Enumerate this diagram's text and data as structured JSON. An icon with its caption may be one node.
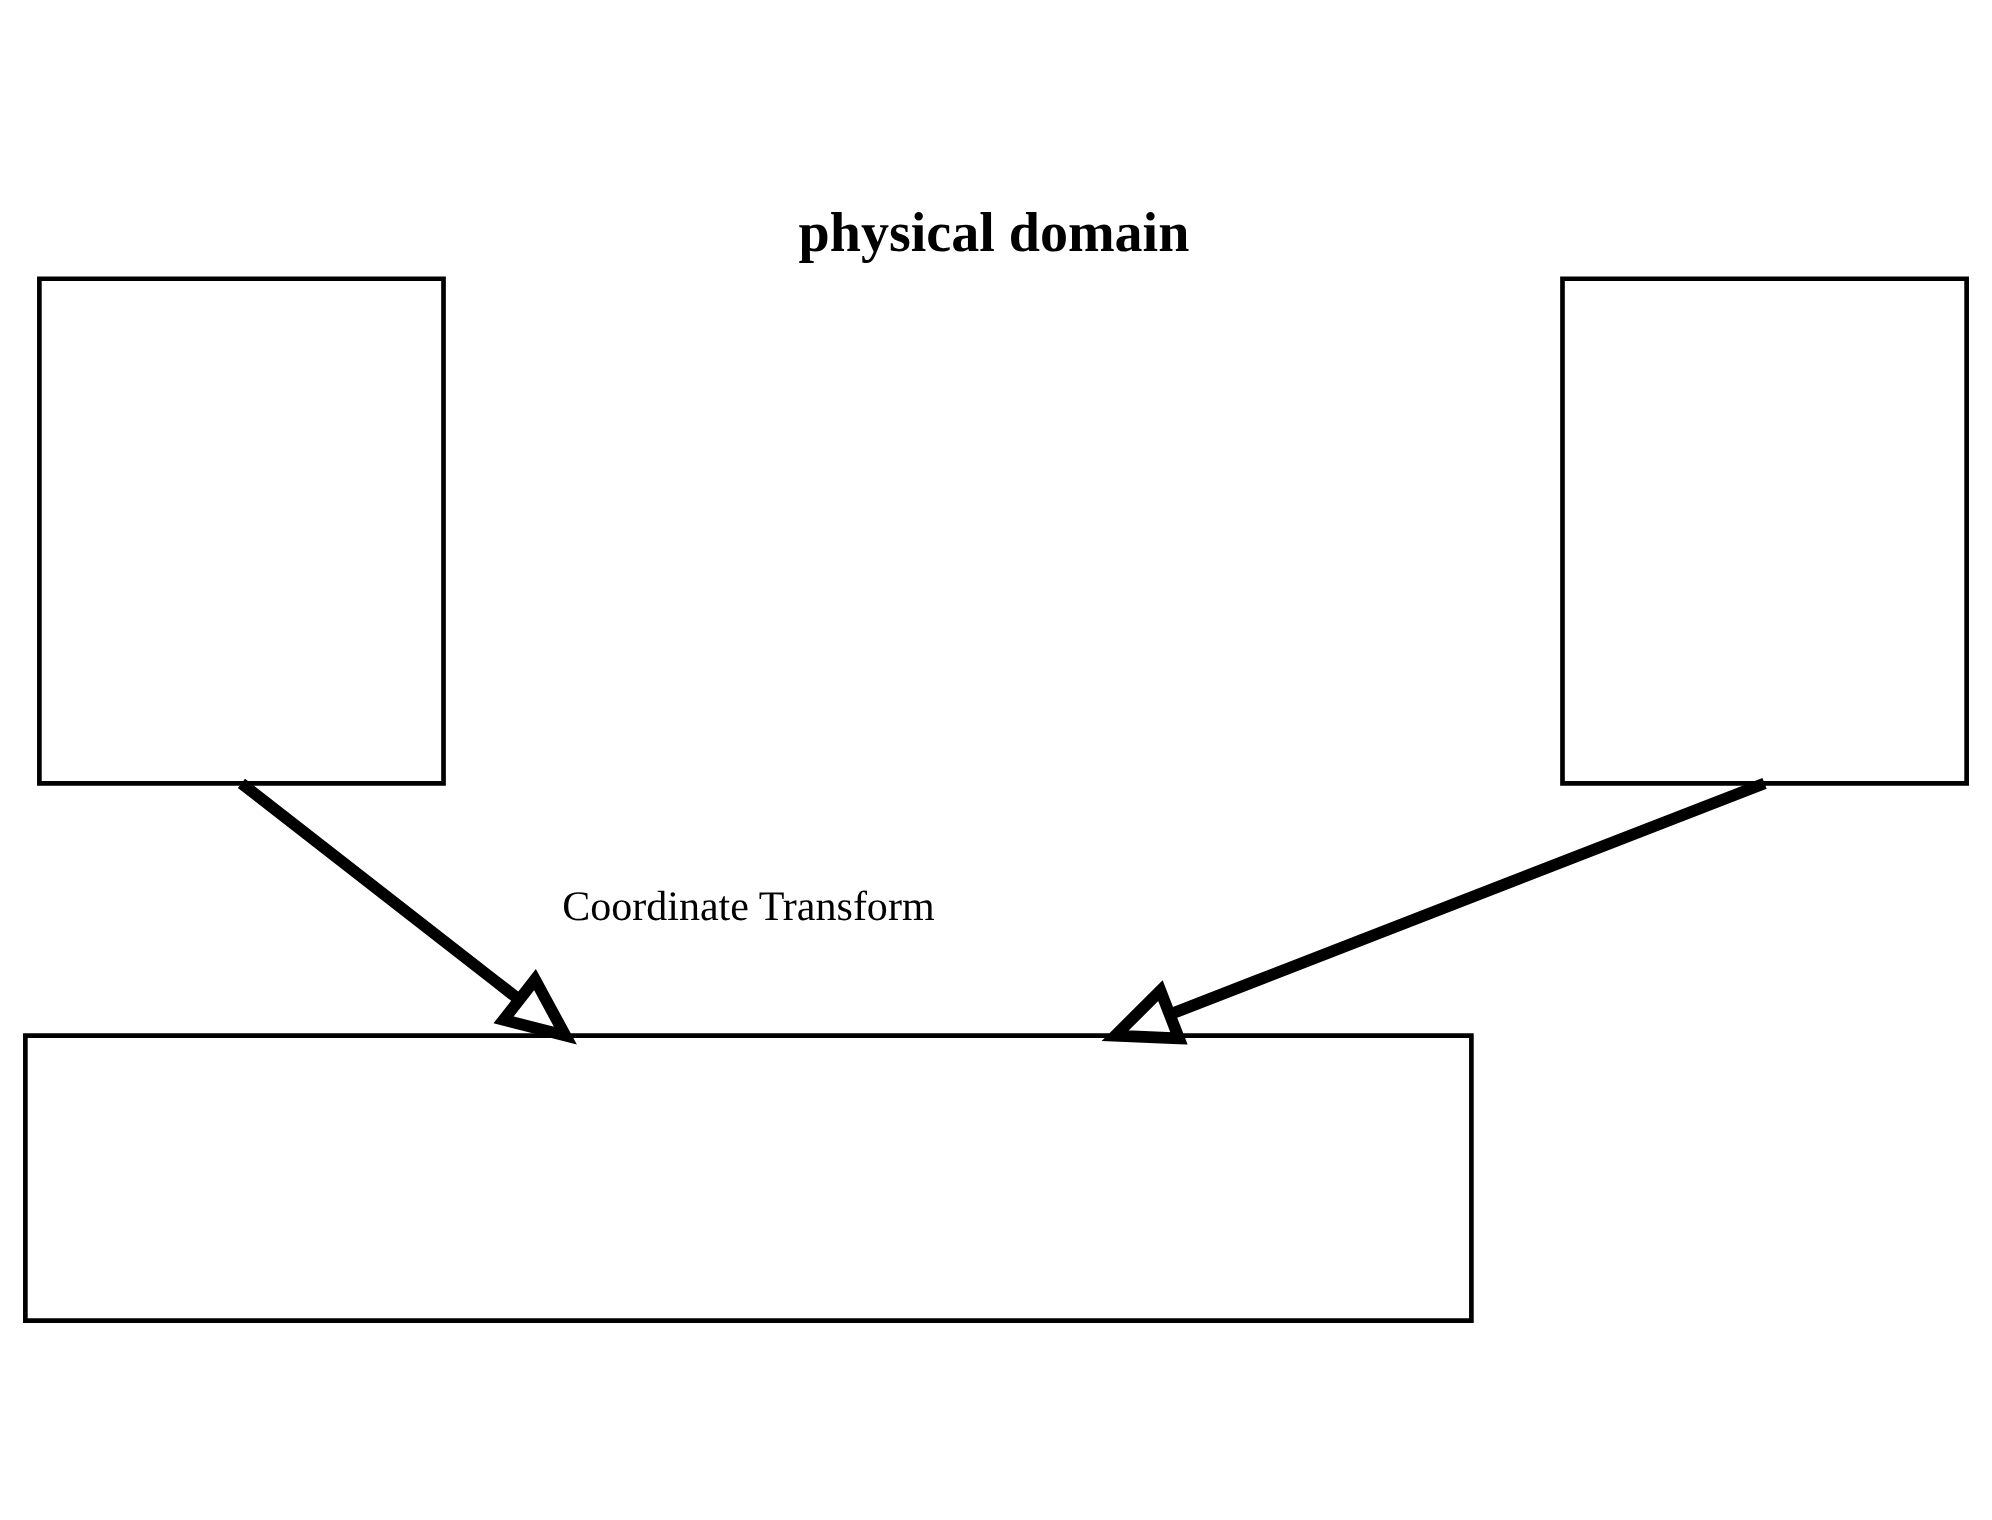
{
  "diagram": {
    "title": "physical domain",
    "nodes": [
      {
        "text": [],
        "shape": "box"
      },
      {
        "text": [],
        "shape": "box"
      },
      {
        "text": [],
        "shape": "box"
      }
    ],
    "edges": [
      {
        "from": 0,
        "to": 2,
        "arrow": "to"
      },
      {
        "from": 1,
        "to": 2,
        "arrow": "to"
      }
    ],
    "labels": [
      "Coordinate Transform"
    ]
  }
}
